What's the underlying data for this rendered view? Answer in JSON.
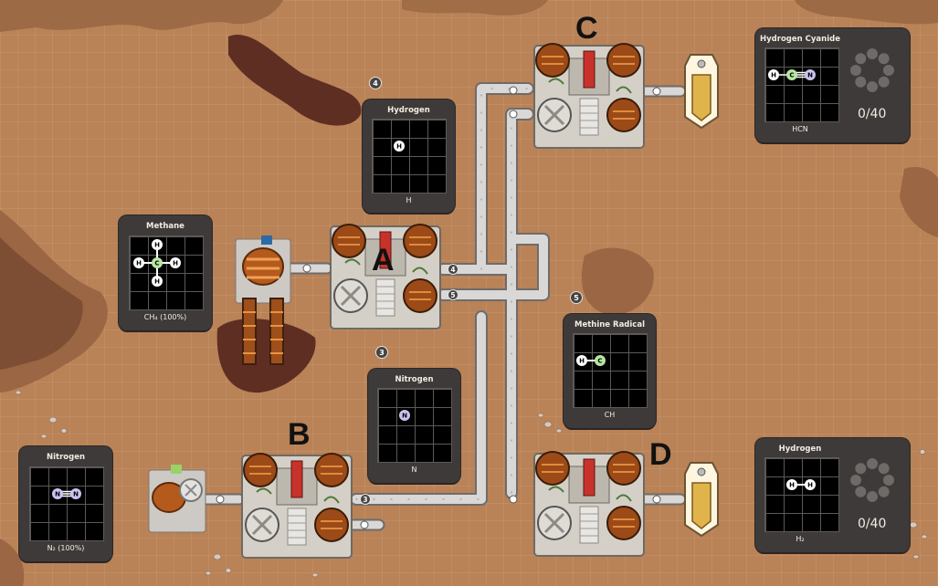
{
  "machines": {
    "a": "A",
    "b": "B",
    "c": "C",
    "d": "D"
  },
  "panels": {
    "methane_input": {
      "title": "Methane",
      "formula": "CH₄ (100%)",
      "atoms": [
        "H",
        "H",
        "C",
        "H",
        "H"
      ]
    },
    "nitrogen_input": {
      "title": "Nitrogen",
      "formula": "N₂ (100%)",
      "atoms": [
        "N",
        "N"
      ]
    },
    "hydrogen_intermediate": {
      "title": "Hydrogen",
      "formula": "H",
      "atoms": [
        "H"
      ]
    },
    "nitrogen_intermediate": {
      "title": "Nitrogen",
      "formula": "N",
      "atoms": [
        "N"
      ]
    },
    "methine_intermediate": {
      "title": "Methine Radical",
      "formula": "CH",
      "atoms": [
        "H",
        "C"
      ]
    },
    "hcn_output": {
      "title": "Hydrogen Cyanide",
      "formula": "HCN",
      "atoms": [
        "H",
        "C",
        "N"
      ],
      "count": "0/40"
    },
    "h2_output": {
      "title": "Hydrogen",
      "formula": "H₂",
      "atoms": [
        "H",
        "H"
      ],
      "count": "0/40"
    }
  },
  "pipe_labels": {
    "hydrogen": "4",
    "methine": "5",
    "nitrogen": "3"
  },
  "panel_badges": {
    "hydrogen": "4",
    "methine": "5",
    "nitrogen": "3"
  },
  "colors": {
    "ground": "#b98257",
    "panel": "#3d3a39",
    "hydrogen_atom": "#ffffff",
    "carbon_atom": "#b7e6a1",
    "nitrogen_atom": "#c9c3f0",
    "valve_red": "#c8322a",
    "output_gold": "#e0b44a"
  },
  "icons": [
    "atom-hydrogen-icon",
    "atom-carbon-icon",
    "atom-nitrogen-icon",
    "progress-loader-icon",
    "pipe-connector-icon"
  ]
}
